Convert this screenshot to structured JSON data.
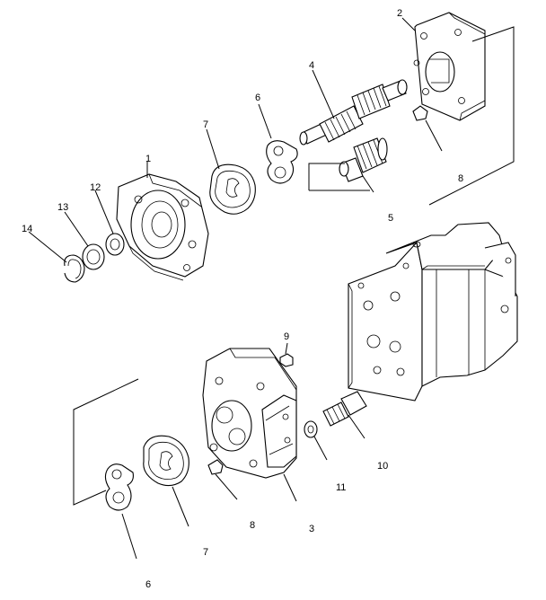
{
  "callouts": {
    "c1": "1",
    "c2": "2",
    "c3": "3",
    "c4": "4",
    "c5": "5",
    "c6_top": "6",
    "c6_bottom": "6",
    "c7_top": "7",
    "c7_bottom": "7",
    "c8_top": "8",
    "c8_bottom": "8",
    "c9": "9",
    "c10": "10",
    "c11": "11",
    "c12": "12",
    "c13": "13",
    "c14": "14"
  }
}
